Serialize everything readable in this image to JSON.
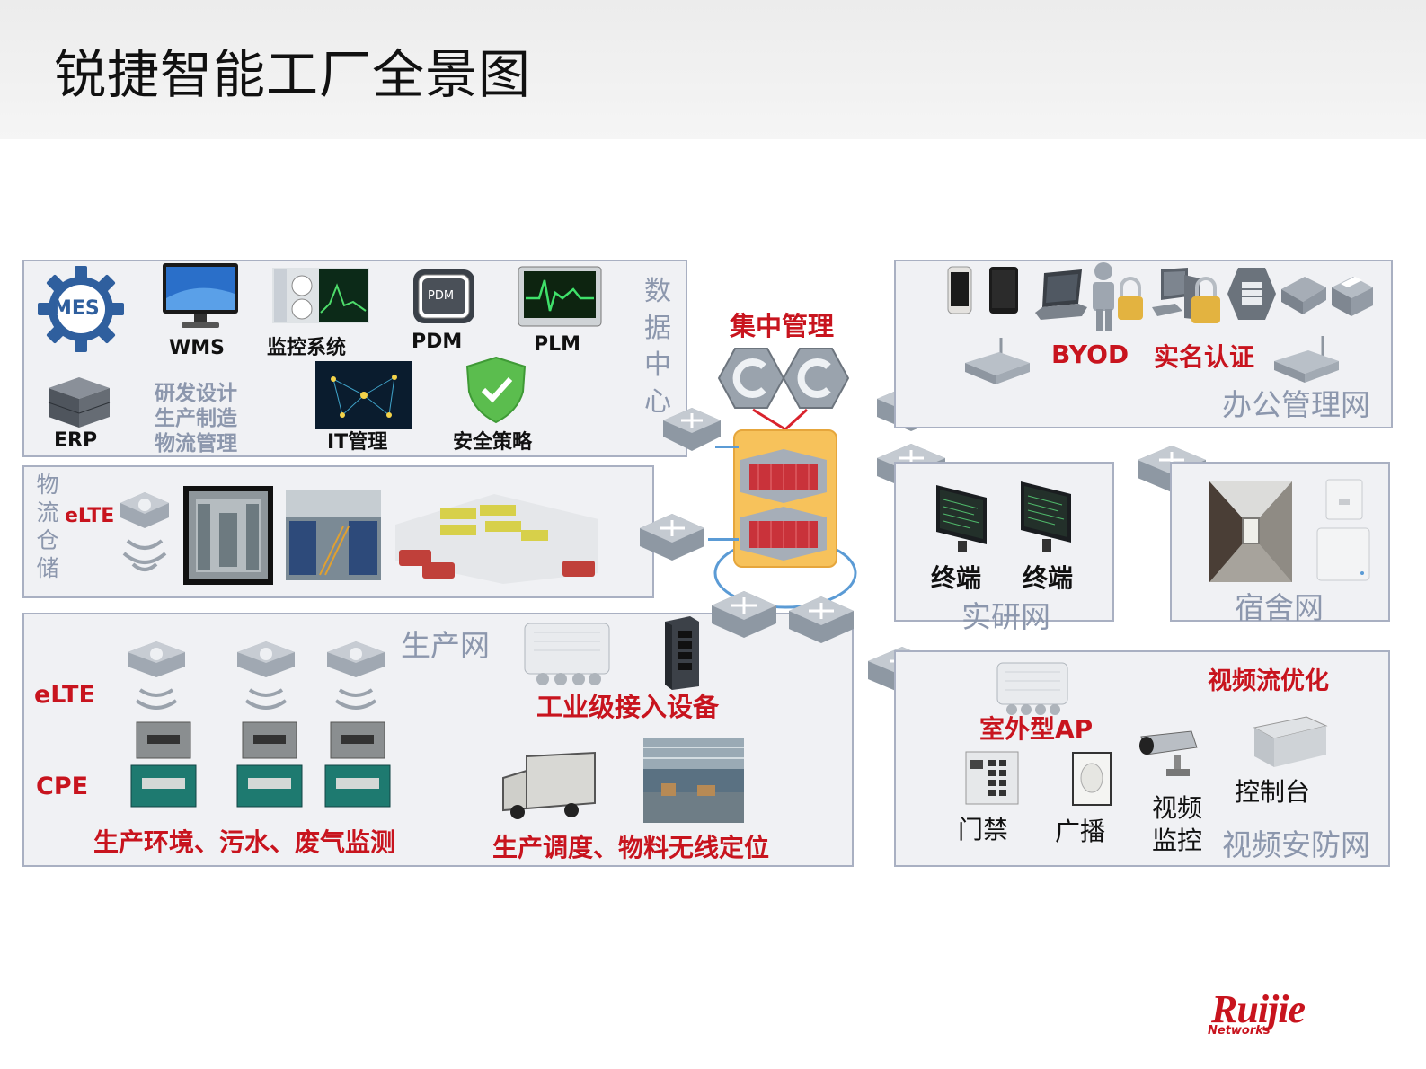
{
  "page": {
    "title": "锐捷智能工厂全景图"
  },
  "data_center": {
    "section_label": "数据中心",
    "mes": "MES",
    "wms": "WMS",
    "monitor": "监控系统",
    "pdm": "PDM",
    "pdm_chip": "PDM",
    "plm": "PLM",
    "erp": "ERP",
    "functions": [
      "研发设计",
      "生产制造",
      "物流管理"
    ],
    "it_mgmt": "IT管理",
    "security": "安全策略"
  },
  "center": {
    "title": "集中管理"
  },
  "logistics": {
    "section_label": "物流仓储",
    "elte": "eLTE"
  },
  "production": {
    "section_label": "生产网",
    "elte": "eLTE",
    "cpe": "CPE",
    "industrial": "工业级接入设备",
    "env_monitor": "生产环境、污水、废气监测",
    "dispatch": "生产调度、物料无线定位"
  },
  "office": {
    "section_label": "办公管理网",
    "byod": "BYOD",
    "auth": "实名认证"
  },
  "lab": {
    "section_label": "实研网",
    "terminals": [
      "终端",
      "终端"
    ]
  },
  "dorm": {
    "section_label": "宿舍网"
  },
  "video": {
    "section_label": "视频安防网",
    "optimize": "视频流优化",
    "outdoor_ap": "室外型AP",
    "door": "门禁",
    "broadcast": "广播",
    "camera_lines": [
      "视频",
      "监控"
    ],
    "console": "控制台"
  },
  "brand": {
    "name": "Ruijie",
    "sub": "Networks"
  },
  "colors": {
    "accent_red": "#c8141e",
    "section_gray": "#8c97ad",
    "panel_border": "#a9b0c2",
    "link_blue": "#5b9bd5"
  }
}
